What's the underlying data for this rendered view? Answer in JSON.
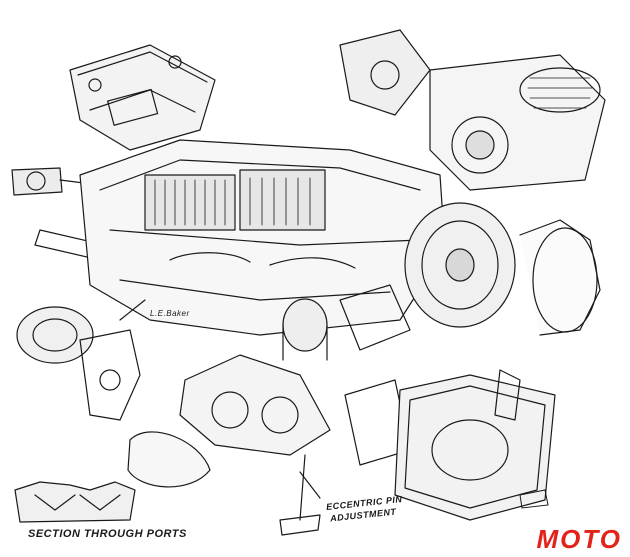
{
  "labels": {
    "section_through_ports": "SECTION THROUGH PORTS",
    "eccentric_pin_line1": "ECCENTRIC PIN",
    "eccentric_pin_line2": "ADJUSTMENT",
    "artist_signature": "L.E.Baker"
  },
  "brand": {
    "text": "MOTO",
    "color": "#e2231a"
  },
  "colors": {
    "ink": "#1a1a1a",
    "paper": "#ffffff"
  }
}
